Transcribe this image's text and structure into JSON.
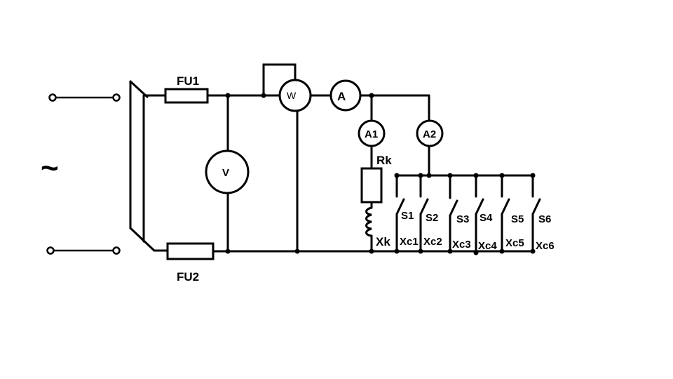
{
  "diagram": {
    "source_symbol": "~",
    "fuses": [
      "FU1",
      "FU2"
    ],
    "voltmeter": "V",
    "wattmeter": "W",
    "ammeters": [
      "A",
      "A1",
      "A2"
    ],
    "coil_resistance": "Rk",
    "coil_reactance": "Xk",
    "switches": [
      "S1",
      "S2",
      "S3",
      "S4",
      "S5",
      "S6"
    ],
    "capacitors": [
      "Xc1",
      "Xc2",
      "Xc3",
      "Xc4",
      "Xc5",
      "Xc6"
    ]
  }
}
